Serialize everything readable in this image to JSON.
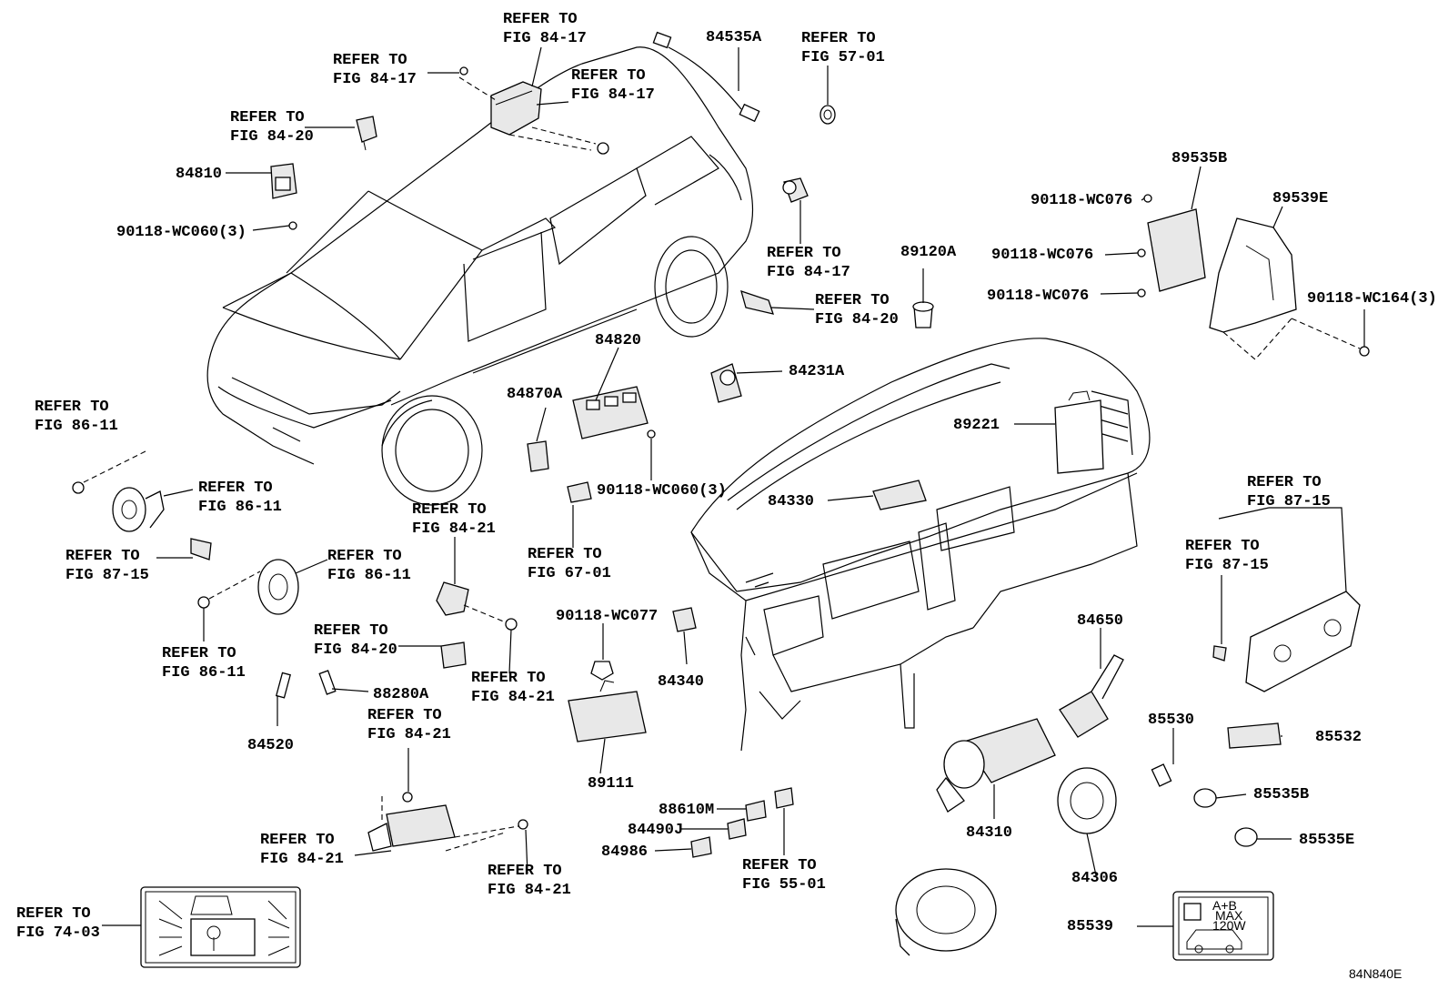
{
  "callouts": [
    {
      "id": "c1",
      "lines": [
        "REFER TO",
        "FIG 84-17"
      ]
    },
    {
      "id": "c2",
      "lines": [
        "REFER TO",
        "FIG 84-17"
      ]
    },
    {
      "id": "c3",
      "lines": [
        "REFER TO",
        "FIG 84-17"
      ]
    },
    {
      "id": "c4",
      "lines": [
        "REFER TO",
        "FIG 84-20"
      ]
    },
    {
      "id": "c5",
      "lines": [
        "84810"
      ]
    },
    {
      "id": "c6",
      "lines": [
        "90118-WC060(3)"
      ]
    },
    {
      "id": "c7",
      "lines": [
        "84535A"
      ]
    },
    {
      "id": "c8",
      "lines": [
        "REFER TO",
        "FIG 57-01"
      ]
    },
    {
      "id": "c9",
      "lines": [
        "REFER TO",
        "FIG 84-17"
      ]
    },
    {
      "id": "c10",
      "lines": [
        "REFER TO",
        "FIG 84-20"
      ]
    },
    {
      "id": "c11",
      "lines": [
        "89120A"
      ]
    },
    {
      "id": "c12",
      "lines": [
        "89535B"
      ]
    },
    {
      "id": "c13",
      "lines": [
        "89539E"
      ]
    },
    {
      "id": "c14",
      "lines": [
        "90118-WC076"
      ]
    },
    {
      "id": "c15",
      "lines": [
        "90118-WC076"
      ]
    },
    {
      "id": "c16",
      "lines": [
        "90118-WC076"
      ]
    },
    {
      "id": "c17",
      "lines": [
        "90118-WC164(3)"
      ]
    },
    {
      "id": "c18",
      "lines": [
        "84820"
      ]
    },
    {
      "id": "c19",
      "lines": [
        "84870A"
      ]
    },
    {
      "id": "c20",
      "lines": [
        "84231A"
      ]
    },
    {
      "id": "c21",
      "lines": [
        "89221"
      ]
    },
    {
      "id": "c22",
      "lines": [
        "90118-WC060(3)"
      ]
    },
    {
      "id": "c23",
      "lines": [
        "84330"
      ]
    },
    {
      "id": "c24",
      "lines": [
        "REFER TO",
        "FIG 67-01"
      ]
    },
    {
      "id": "c25",
      "lines": [
        "REFER TO",
        "FIG 86-11"
      ]
    },
    {
      "id": "c26",
      "lines": [
        "REFER TO",
        "FIG 86-11"
      ]
    },
    {
      "id": "c27",
      "lines": [
        "REFER TO",
        "FIG 87-15"
      ]
    },
    {
      "id": "c28",
      "lines": [
        "REFER TO",
        "FIG 86-11"
      ]
    },
    {
      "id": "c29",
      "lines": [
        "REFER TO",
        "FIG 86-11"
      ]
    },
    {
      "id": "c30",
      "lines": [
        "REFER TO",
        "FIG 84-21"
      ]
    },
    {
      "id": "c31",
      "lines": [
        "REFER TO",
        "FIG 84-20"
      ]
    },
    {
      "id": "c32",
      "lines": [
        "88280A"
      ]
    },
    {
      "id": "c33",
      "lines": [
        "REFER TO",
        "FIG 84-21"
      ]
    },
    {
      "id": "c34",
      "lines": [
        "84520"
      ]
    },
    {
      "id": "c35",
      "lines": [
        "90118-WC077"
      ]
    },
    {
      "id": "c36",
      "lines": [
        "84340"
      ]
    },
    {
      "id": "c37",
      "lines": [
        "89111"
      ]
    },
    {
      "id": "c38",
      "lines": [
        "REFER TO",
        "FIG 84-21"
      ]
    },
    {
      "id": "c39",
      "lines": [
        "REFER TO",
        "FIG 84-21"
      ]
    },
    {
      "id": "c40",
      "lines": [
        "REFER TO",
        "FIG 84-21"
      ]
    },
    {
      "id": "c41",
      "lines": [
        "88610M"
      ]
    },
    {
      "id": "c42",
      "lines": [
        "84490J"
      ]
    },
    {
      "id": "c43",
      "lines": [
        "84986"
      ]
    },
    {
      "id": "c44",
      "lines": [
        "REFER TO",
        "FIG 55-01"
      ]
    },
    {
      "id": "c45",
      "lines": [
        "REFER TO",
        "FIG 74-03"
      ]
    },
    {
      "id": "c46",
      "lines": [
        "REFER TO",
        "FIG 87-15"
      ]
    },
    {
      "id": "c47",
      "lines": [
        "REFER TO",
        "FIG 87-15"
      ]
    },
    {
      "id": "c48",
      "lines": [
        "84650"
      ]
    },
    {
      "id": "c49",
      "lines": [
        "85530"
      ]
    },
    {
      "id": "c50",
      "lines": [
        "85532"
      ]
    },
    {
      "id": "c51",
      "lines": [
        "84310"
      ]
    },
    {
      "id": "c52",
      "lines": [
        "85535B"
      ]
    },
    {
      "id": "c53",
      "lines": [
        "85535E"
      ]
    },
    {
      "id": "c54",
      "lines": [
        "84306"
      ]
    },
    {
      "id": "c55",
      "lines": [
        "85539"
      ]
    }
  ],
  "label_plate": {
    "line1": "A+B",
    "line2": "MAX",
    "line3": "120W"
  },
  "diagram_code": "84N840E"
}
